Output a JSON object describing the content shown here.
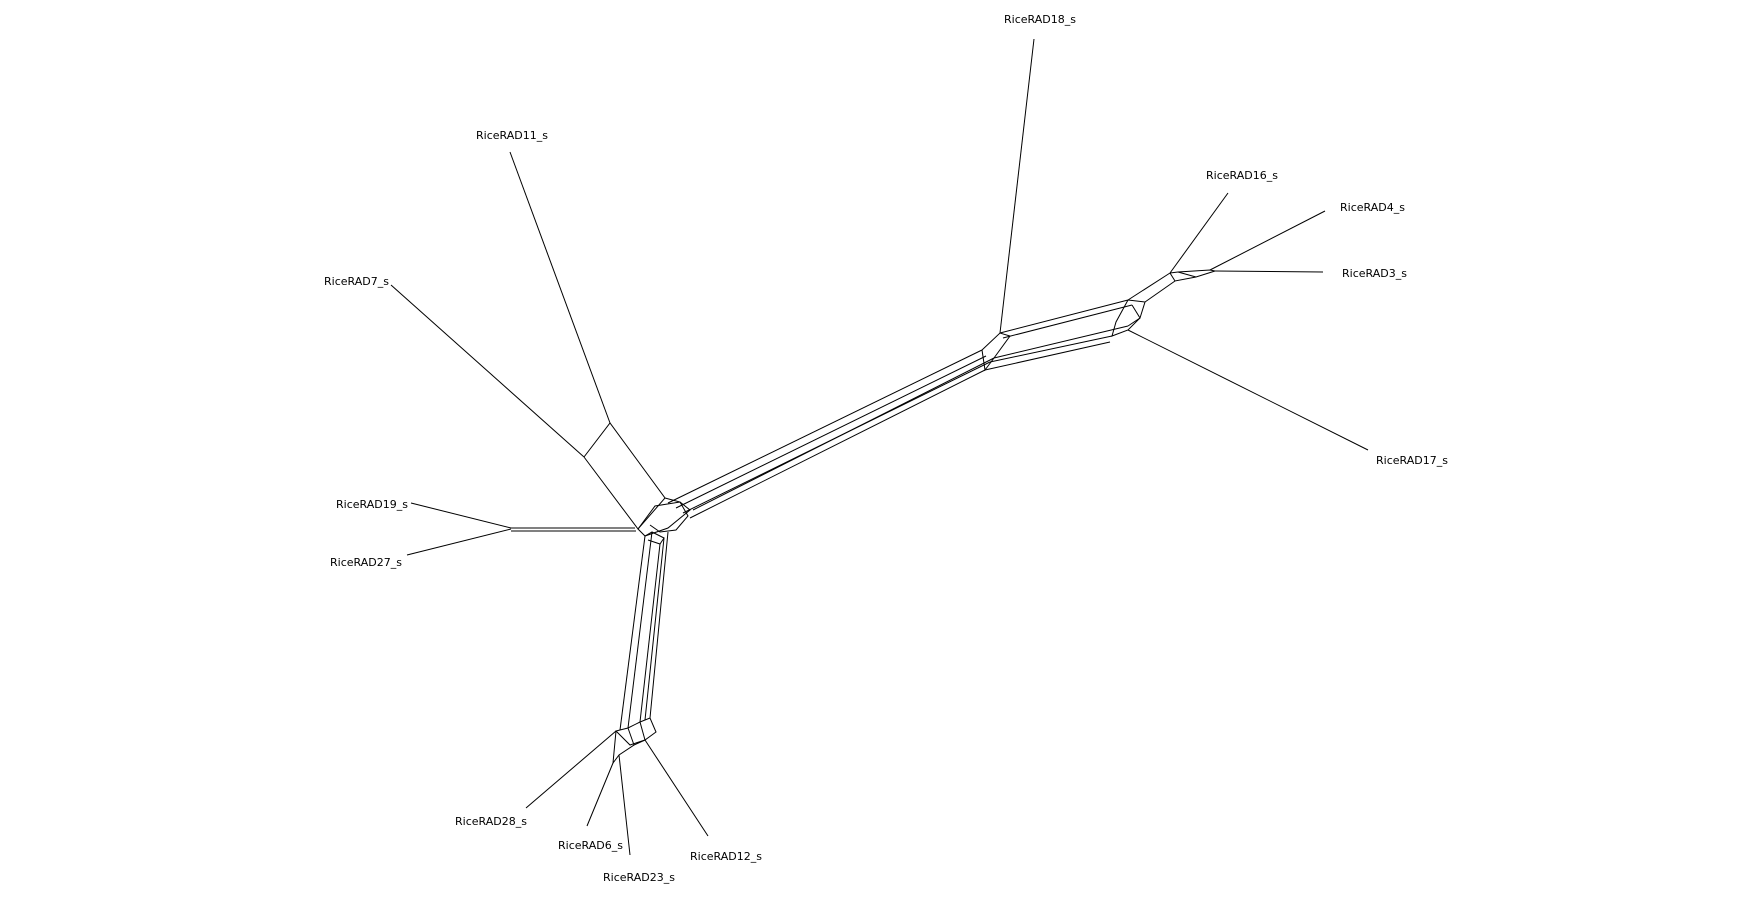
{
  "taxa": [
    {
      "id": "RiceRAD18_s",
      "label": "RiceRAD18_s"
    },
    {
      "id": "RiceRAD11_s",
      "label": "RiceRAD11_s"
    },
    {
      "id": "RiceRAD16_s",
      "label": "RiceRAD16_s"
    },
    {
      "id": "RiceRAD4_s",
      "label": "RiceRAD4_s"
    },
    {
      "id": "RiceRAD7_s",
      "label": "RiceRAD7_s"
    },
    {
      "id": "RiceRAD3_s",
      "label": "RiceRAD3_s"
    },
    {
      "id": "RiceRAD17_s",
      "label": "RiceRAD17_s"
    },
    {
      "id": "RiceRAD19_s",
      "label": "RiceRAD19_s"
    },
    {
      "id": "RiceRAD27_s",
      "label": "RiceRAD27_s"
    },
    {
      "id": "RiceRAD28_s",
      "label": "RiceRAD28_s"
    },
    {
      "id": "RiceRAD6_s",
      "label": "RiceRAD6_s"
    },
    {
      "id": "RiceRAD12_s",
      "label": "RiceRAD12_s"
    },
    {
      "id": "RiceRAD23_s",
      "label": "RiceRAD23_s"
    }
  ]
}
